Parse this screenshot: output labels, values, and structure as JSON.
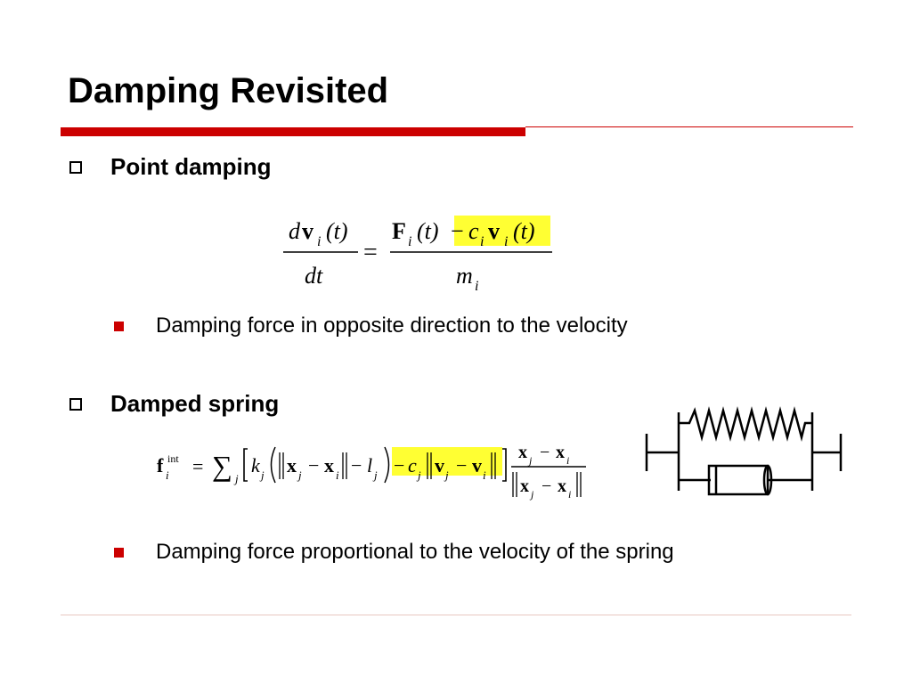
{
  "slide": {
    "title": "Damping Revisited"
  },
  "colors": {
    "accent": "#cc0000",
    "footer_line": "#e8c8c0",
    "highlight": "#ffff33",
    "text": "#000000"
  },
  "bullets": [
    {
      "label": "Point damping",
      "sub": "Damping force in opposite direction to the velocity"
    },
    {
      "label": "Damped spring",
      "sub": "Damping force proportional to the velocity of the spring"
    }
  ],
  "equations": {
    "point_damping": {
      "lhs_num_d": "d",
      "lhs_num_v": "v",
      "lhs_num_sub": "i",
      "lhs_num_t": "(t)",
      "lhs_den": "dt",
      "equals": "=",
      "rhs_F": "F",
      "rhs_F_sub": "i",
      "rhs_F_t": "(t)",
      "rhs_minus": "−",
      "rhs_c": "c",
      "rhs_c_sub": "i",
      "rhs_v": "v",
      "rhs_v_sub": "i",
      "rhs_v_t": "(t)",
      "rhs_den_m": "m",
      "rhs_den_sub": "i"
    },
    "damped_spring": {
      "f": "f",
      "f_sup": "int",
      "f_sub": "i",
      "equals": "=",
      "sum": "∑",
      "sum_sub": "j",
      "k": "k",
      "k_sub": "j",
      "x": "x",
      "xj_sub": "j",
      "xi_sub": "i",
      "minus": "−",
      "l": "l",
      "l_sub": "j",
      "c": "c",
      "c_sub": "j",
      "v": "v",
      "vj_sub": "j",
      "vi_sub": "i"
    }
  },
  "icons": {
    "hollow_bullet": "hollow-square-bullet-icon",
    "filled_bullet": "filled-square-bullet-icon",
    "spring_damper": "spring-damper-diagram-icon"
  }
}
